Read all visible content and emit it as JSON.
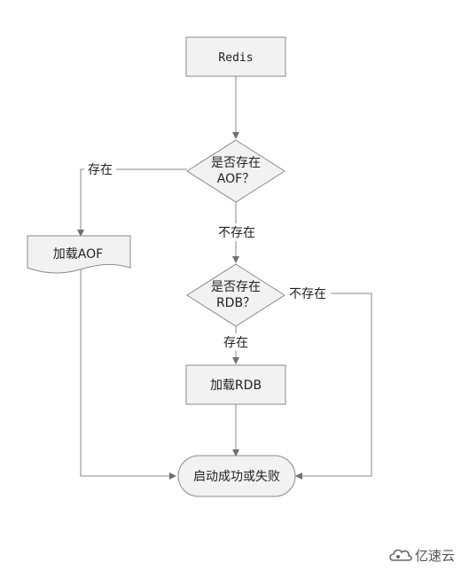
{
  "diagram": {
    "nodes": {
      "redis": {
        "label": "Redis"
      },
      "check_aof": {
        "line1": "是否存在",
        "line2": "AOF？"
      },
      "load_aof": {
        "label": "加载AOF"
      },
      "check_rdb": {
        "line1": "是否存在",
        "line2": "RDB？"
      },
      "load_rdb": {
        "label": "加载RDB"
      },
      "result": {
        "label": "启动成功或失败"
      }
    },
    "edge_labels": {
      "aof_exists": "存在",
      "aof_not_exists": "不存在",
      "rdb_exists": "存在",
      "rdb_not_exists": "不存在"
    }
  },
  "watermark": {
    "text": "亿速云",
    "icon": "cloud-logo-icon"
  }
}
